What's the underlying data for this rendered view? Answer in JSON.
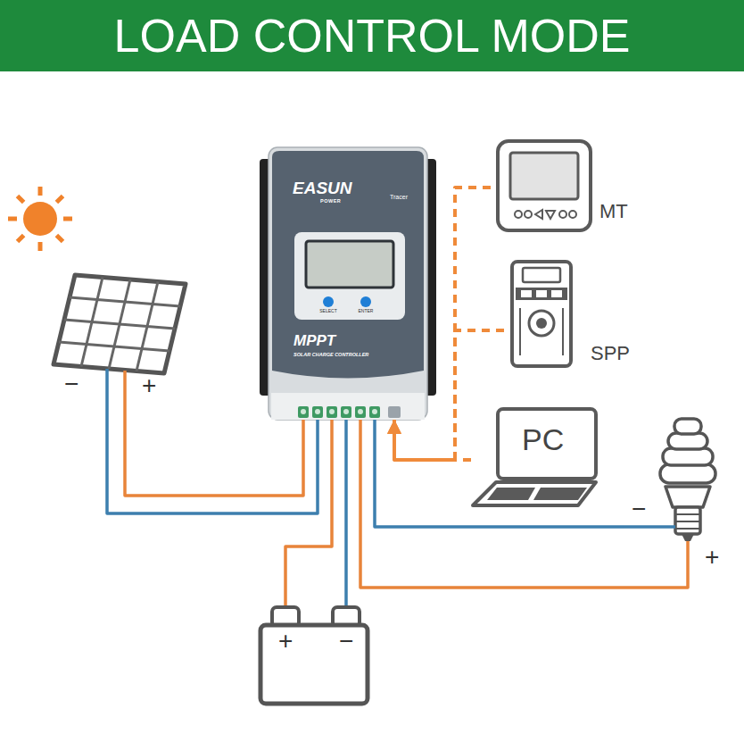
{
  "diagram": {
    "title": "LOAD CONTROL MODE",
    "nodes": [
      {
        "text": [
          "−",
          "+"
        ]
      },
      {
        "text": [
          "EASUN",
          "POWER",
          "Tracer",
          "SELECT",
          "ENTER",
          "MPPT",
          "SOLAR CHARGE CONTROLLER"
        ]
      },
      {
        "text": [
          "MT"
        ]
      },
      {
        "text": [
          "SPP"
        ]
      },
      {
        "text": [
          "PC"
        ]
      },
      {
        "text": [
          "−",
          "+"
        ]
      },
      {
        "text": [
          "+",
          "−"
        ]
      }
    ],
    "edges": [
      {
        "from": 0,
        "to": 1,
        "arrow": "none"
      },
      {
        "from": 0,
        "to": 1,
        "arrow": "none"
      },
      {
        "from": 1,
        "to": 6,
        "arrow": "none"
      },
      {
        "from": 1,
        "to": 6,
        "arrow": "none"
      },
      {
        "from": 1,
        "to": 5,
        "arrow": "none"
      },
      {
        "from": 1,
        "to": 5,
        "arrow": "none"
      },
      {
        "from": 2,
        "to": 1,
        "arrow": "to"
      },
      {
        "from": 3,
        "to": 1,
        "arrow": "to"
      },
      {
        "from": 4,
        "to": 1,
        "arrow": "to"
      }
    ]
  }
}
